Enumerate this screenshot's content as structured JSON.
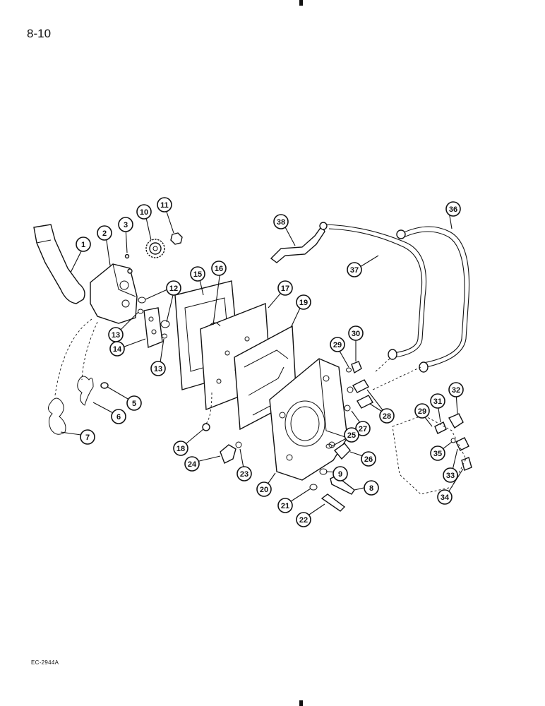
{
  "page": {
    "number": "8-10",
    "ref_code": "EC-2944A"
  },
  "callouts": [
    {
      "id": "c1",
      "label": "1"
    },
    {
      "id": "c2",
      "label": "2"
    },
    {
      "id": "c3",
      "label": "3"
    },
    {
      "id": "c4",
      "label": "10"
    },
    {
      "id": "c5",
      "label": "11"
    },
    {
      "id": "c6",
      "label": "12"
    },
    {
      "id": "c7",
      "label": "13"
    },
    {
      "id": "c8",
      "label": "14"
    },
    {
      "id": "c9",
      "label": "13"
    },
    {
      "id": "c10",
      "label": "15"
    },
    {
      "id": "c11",
      "label": "16"
    },
    {
      "id": "c12",
      "label": "17"
    },
    {
      "id": "c13",
      "label": "19"
    },
    {
      "id": "c14",
      "label": "38"
    },
    {
      "id": "c15",
      "label": "37"
    },
    {
      "id": "c16",
      "label": "36"
    },
    {
      "id": "c17",
      "label": "29"
    },
    {
      "id": "c18",
      "label": "30"
    },
    {
      "id": "c19",
      "label": "28"
    },
    {
      "id": "c20",
      "label": "27"
    },
    {
      "id": "c21",
      "label": "5"
    },
    {
      "id": "c22",
      "label": "6"
    },
    {
      "id": "c23",
      "label": "7"
    },
    {
      "id": "c24",
      "label": "18"
    },
    {
      "id": "c25",
      "label": "24"
    },
    {
      "id": "c26",
      "label": "23"
    },
    {
      "id": "c27",
      "label": "20"
    },
    {
      "id": "c28",
      "label": "25"
    },
    {
      "id": "c29",
      "label": "26"
    },
    {
      "id": "c30",
      "label": "9"
    },
    {
      "id": "c31",
      "label": "8"
    },
    {
      "id": "c32",
      "label": "21"
    },
    {
      "id": "c33",
      "label": "22"
    },
    {
      "id": "c34",
      "label": "29"
    },
    {
      "id": "c35",
      "label": "31"
    },
    {
      "id": "c36",
      "label": "32"
    },
    {
      "id": "c37",
      "label": "35"
    },
    {
      "id": "c38",
      "label": "33"
    },
    {
      "id": "c39",
      "label": "34"
    }
  ]
}
